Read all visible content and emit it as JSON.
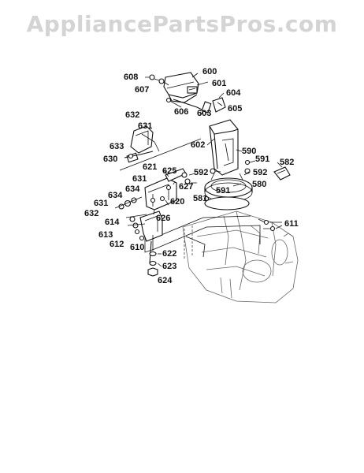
{
  "watermark": "AppliancePartsPros.com",
  "labels": [
    "608",
    "600",
    "607",
    "601",
    "604",
    "605",
    "606",
    "603",
    "632",
    "631",
    "633",
    "630",
    "602",
    "590",
    "591",
    "582",
    "592",
    "592",
    "621",
    "625",
    "631",
    "627",
    "634",
    "634",
    "591",
    "580",
    "581",
    "620",
    "631",
    "632",
    "626",
    "611",
    "614",
    "613",
    "612",
    "610",
    "622",
    "623",
    "624"
  ]
}
